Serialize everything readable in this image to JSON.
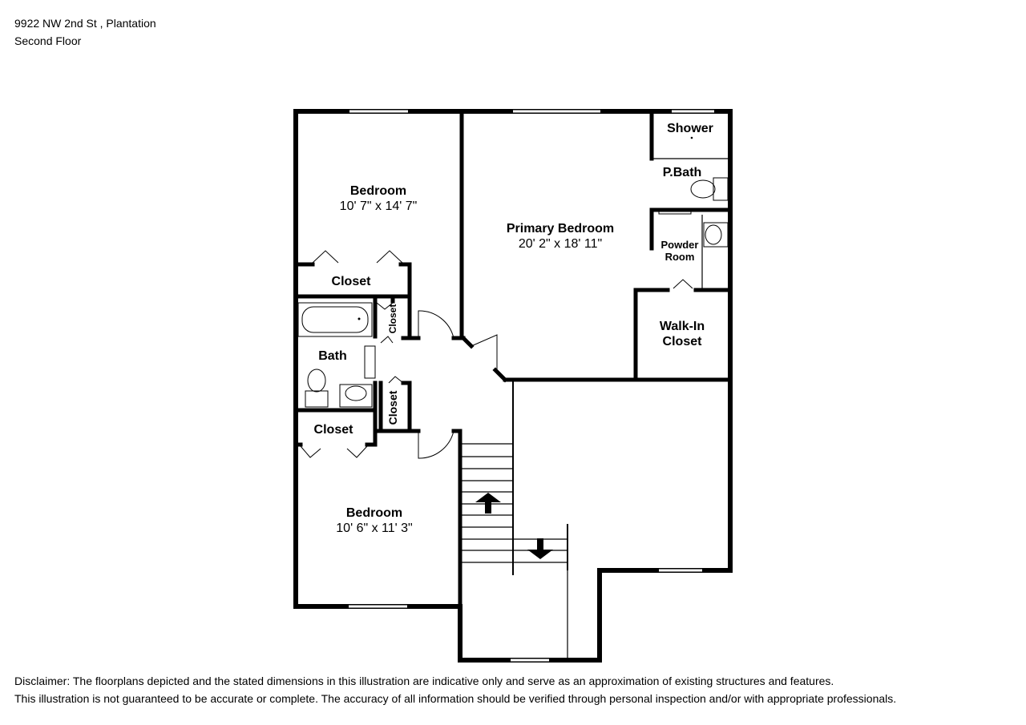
{
  "header": {
    "address": "9922 NW 2nd St , Plantation",
    "floor": "Second Floor"
  },
  "rooms": {
    "bedroom1": {
      "name": "Bedroom",
      "dims": "10' 7\" x 14' 7\""
    },
    "primary": {
      "name": "Primary Bedroom",
      "dims": "20' 2\" x 18' 11\""
    },
    "shower": "Shower",
    "pbath": "P.Bath",
    "powder_line1": "Powder",
    "powder_line2": "Room",
    "walkin_line1": "Walk-In",
    "walkin_line2": "Closet",
    "closet_top": "Closet",
    "closet_vert1": "Closet",
    "closet_vert2": "Closet",
    "bath": "Bath",
    "closet_lower": "Closet",
    "bedroom2": {
      "name": "Bedroom",
      "dims": "10' 6\" x 11' 3\""
    }
  },
  "disclaimer": {
    "line1": "Disclaimer: The floorplans depicted and the stated dimensions in this illustration are indicative only and serve as an approximation of existing structures and features.",
    "line2": "This illustration is not guaranteed to be accurate or complete. The accuracy of all information should be verified through personal inspection and/or with appropriate professionals."
  }
}
